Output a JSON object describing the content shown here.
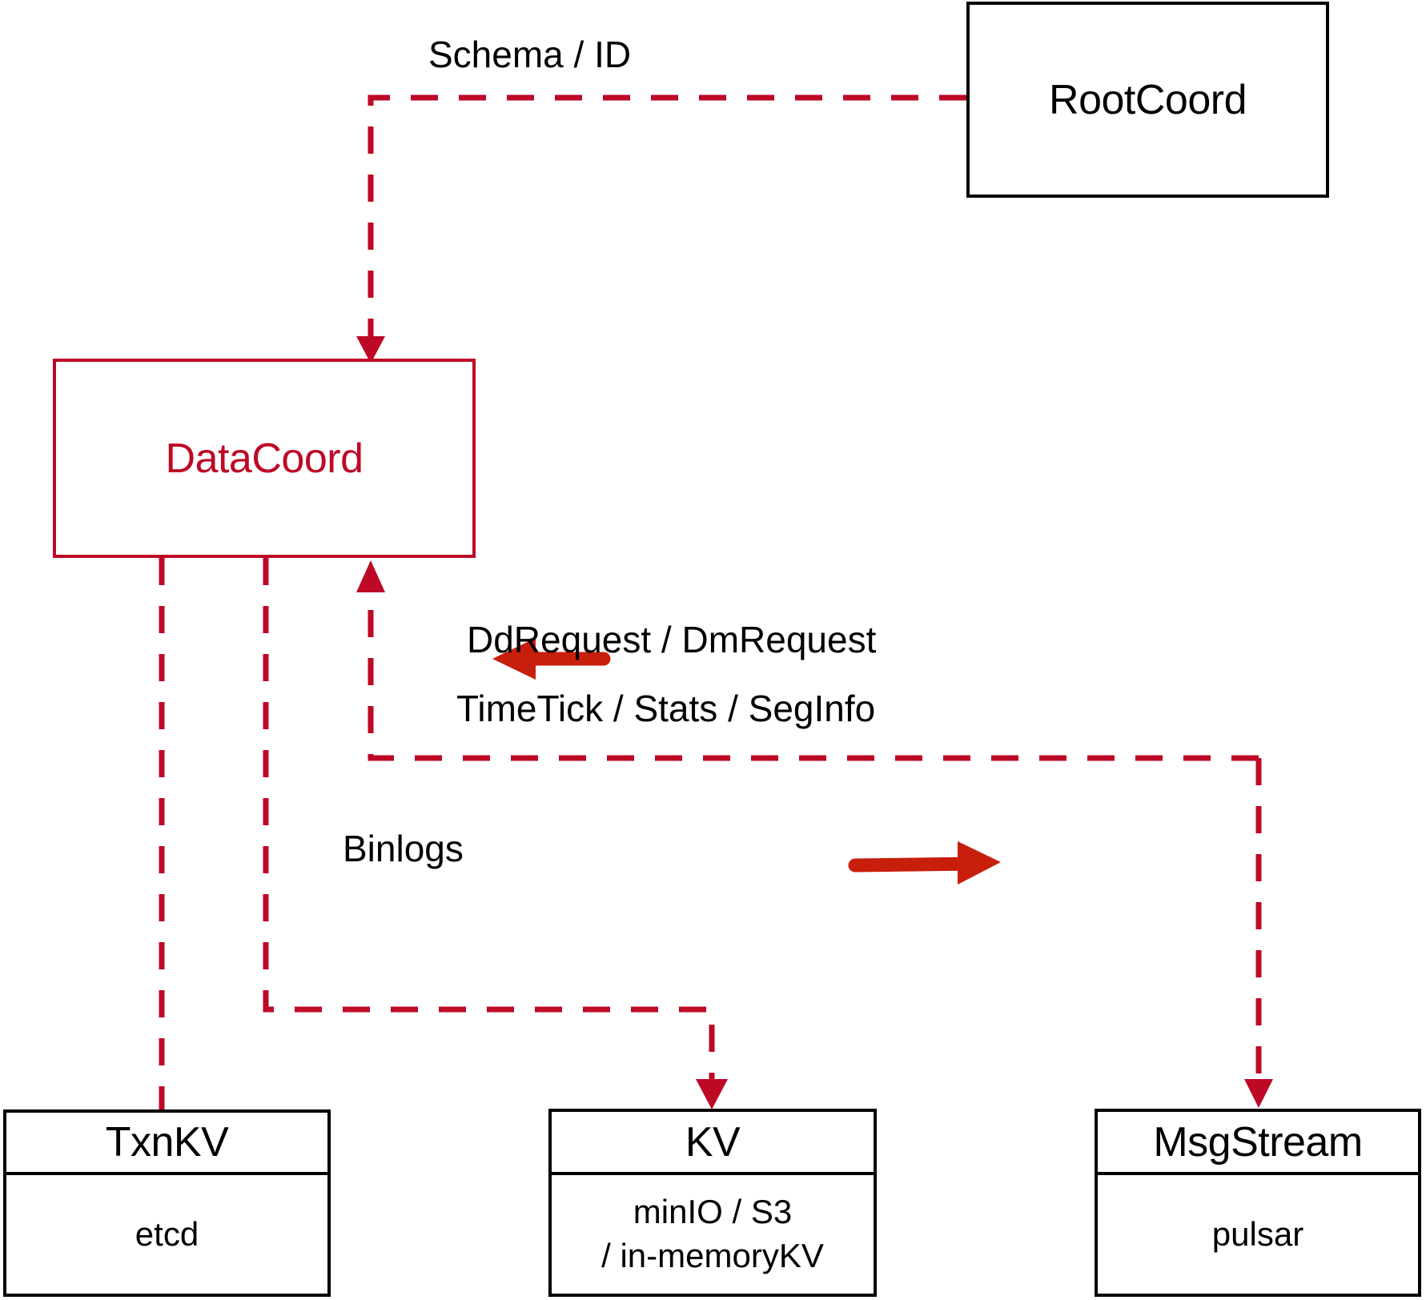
{
  "diagram": {
    "title": "DataCoord architecture",
    "colors": {
      "dashed_edge": "#BD0926",
      "solid_arrow": "#C81E0C",
      "node_border_black": "#000000",
      "node_border_red": "#BD0926",
      "accent_text": "#BD0926",
      "background": "#FFFFFF"
    },
    "nodes": {
      "rootcoord": {
        "label": "RootCoord"
      },
      "datacoord": {
        "label": "DataCoord"
      },
      "txnkv": {
        "title": "TxnKV",
        "body": [
          "etcd"
        ]
      },
      "kv": {
        "title": "KV",
        "body": [
          "minIO / S3",
          "/ in-memoryKV"
        ]
      },
      "msgstream": {
        "title": "MsgStream",
        "body": [
          "pulsar"
        ]
      }
    },
    "edge_labels": {
      "schema_id": "Schema / ID",
      "dd_dm_request": "DdRequest / DmRequest",
      "timetick_stats_seginfo": "TimeTick / Stats / SegInfo",
      "binlogs": "Binlogs"
    }
  }
}
